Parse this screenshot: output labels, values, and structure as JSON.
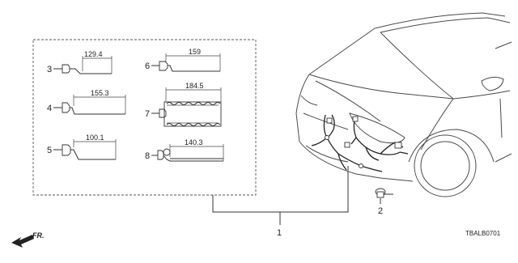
{
  "diagram": {
    "part_callouts": [
      {
        "ref": "3",
        "dimension": "129.4"
      },
      {
        "ref": "4",
        "dimension": "155.3"
      },
      {
        "ref": "5",
        "dimension": "100.1"
      },
      {
        "ref": "6",
        "dimension": "159"
      },
      {
        "ref": "7",
        "dimension": "184.5"
      },
      {
        "ref": "8",
        "dimension": "140.3"
      }
    ],
    "harness_callout": "1",
    "grommet_callout": "2",
    "direction_label": "FR.",
    "diagram_code": "TBALB0701"
  }
}
